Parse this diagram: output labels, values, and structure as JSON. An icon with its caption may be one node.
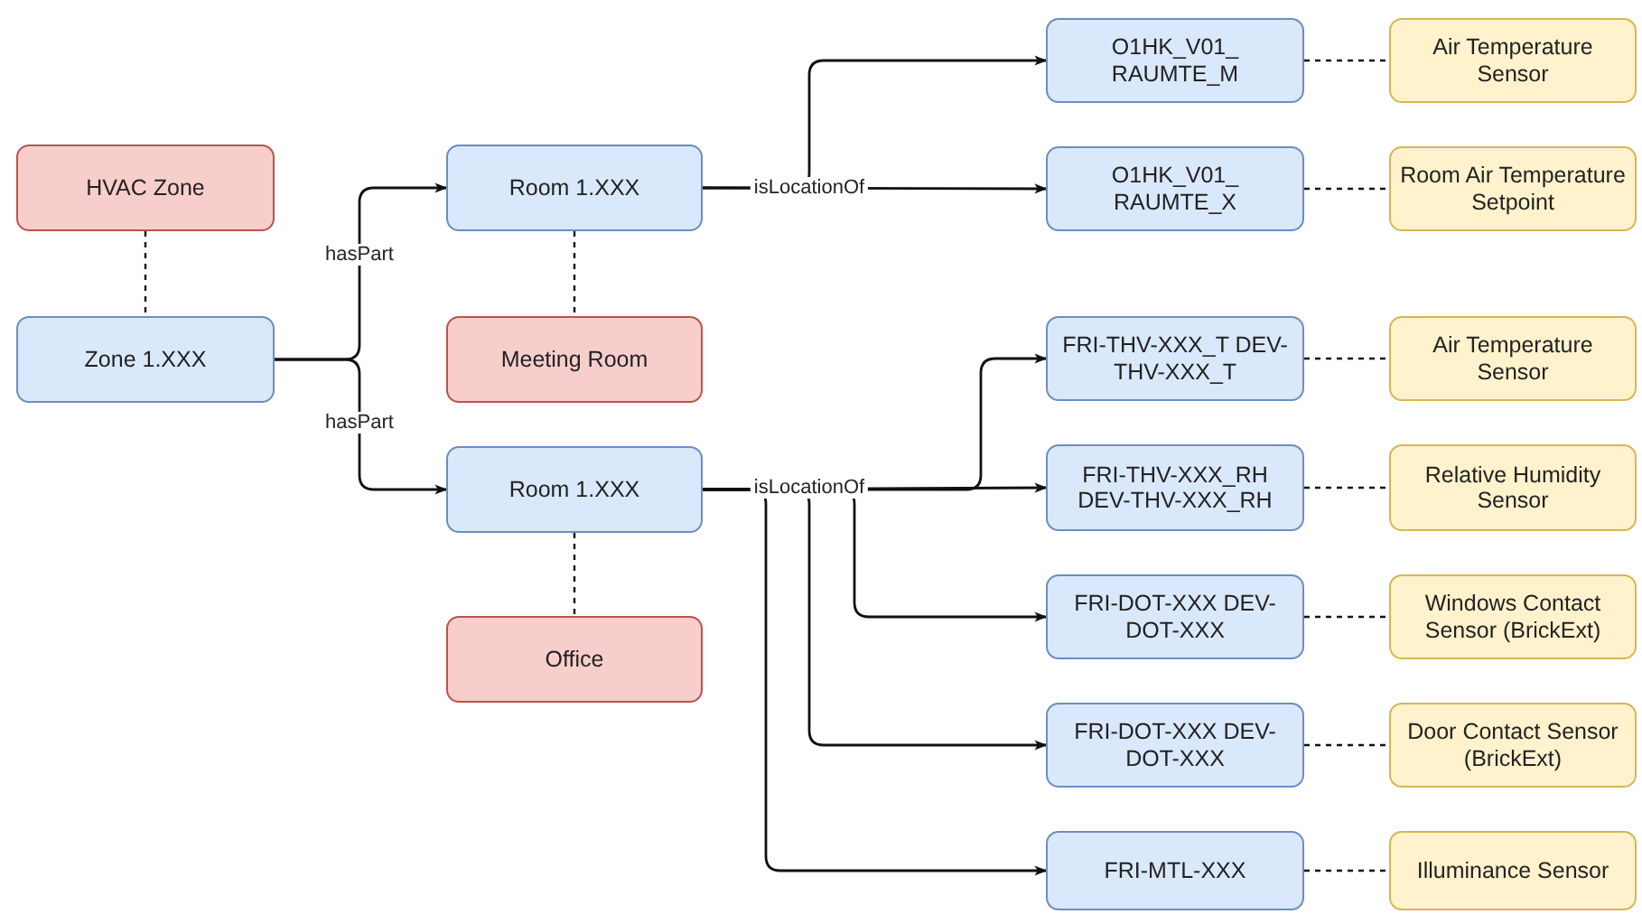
{
  "diagram": {
    "nodes": [
      {
        "text": [
          "HVAC Zone"
        ]
      },
      {
        "text": [
          "Zone 1.XXX"
        ]
      },
      {
        "text": [
          "Room 1.XXX"
        ]
      },
      {
        "text": [
          "Meeting Room"
        ]
      },
      {
        "text": [
          "Room 1.XXX"
        ]
      },
      {
        "text": [
          "Office"
        ]
      },
      {
        "text": [
          "O1HK_V01_ RAUMTE_M"
        ]
      },
      {
        "text": [
          "Air Temperature Sensor"
        ]
      },
      {
        "text": [
          "O1HK_V01_ RAUMTE_X"
        ]
      },
      {
        "text": [
          "Room Air Temperature Setpoint"
        ]
      },
      {
        "text": [
          "FRI-THV-XXX_T DEV-THV-XXX_T"
        ]
      },
      {
        "text": [
          "Air Temperature Sensor"
        ]
      },
      {
        "text": [
          "FRI-THV-XXX_RH DEV-THV-XXX_RH"
        ]
      },
      {
        "text": [
          "Relative Humidity Sensor"
        ]
      },
      {
        "text": [
          "FRI-DOT-XXX DEV-DOT-XXX"
        ]
      },
      {
        "text": [
          "Windows Contact Sensor (BrickExt)"
        ]
      },
      {
        "text": [
          "FRI-DOT-XXX DEV-DOT-XXX"
        ]
      },
      {
        "text": [
          "Door Contact Sensor (BrickExt)"
        ]
      },
      {
        "text": [
          "FRI-MTL-XXX"
        ]
      },
      {
        "text": [
          "Illuminance Sensor"
        ]
      }
    ],
    "edges": [
      {
        "from": 0,
        "to": 1,
        "arrow": "none",
        "style": "dashed"
      },
      {
        "from": 1,
        "to": 2,
        "arrow": "to",
        "label": "hasPart"
      },
      {
        "from": 1,
        "to": 4,
        "arrow": "to",
        "label": "hasPart"
      },
      {
        "from": 2,
        "to": 3,
        "arrow": "none",
        "style": "dashed"
      },
      {
        "from": 4,
        "to": 5,
        "arrow": "none",
        "style": "dashed"
      },
      {
        "from": 2,
        "to": 6,
        "arrow": "to"
      },
      {
        "from": 2,
        "to": 8,
        "arrow": "to",
        "label": "isLocationOf"
      },
      {
        "from": 6,
        "to": 7,
        "arrow": "none",
        "style": "dashed"
      },
      {
        "from": 8,
        "to": 9,
        "arrow": "none",
        "style": "dashed"
      },
      {
        "from": 4,
        "to": 10,
        "arrow": "to"
      },
      {
        "from": 4,
        "to": 12,
        "arrow": "to",
        "label": "isLocationOf"
      },
      {
        "from": 4,
        "to": 14,
        "arrow": "to"
      },
      {
        "from": 4,
        "to": 16,
        "arrow": "to"
      },
      {
        "from": 4,
        "to": 18,
        "arrow": "to"
      },
      {
        "from": 10,
        "to": 11,
        "arrow": "none",
        "style": "dashed"
      },
      {
        "from": 12,
        "to": 13,
        "arrow": "none",
        "style": "dashed"
      },
      {
        "from": 14,
        "to": 15,
        "arrow": "none",
        "style": "dashed"
      },
      {
        "from": 16,
        "to": 17,
        "arrow": "none",
        "style": "dashed"
      },
      {
        "from": 18,
        "to": 19,
        "arrow": "none",
        "style": "dashed"
      }
    ]
  }
}
